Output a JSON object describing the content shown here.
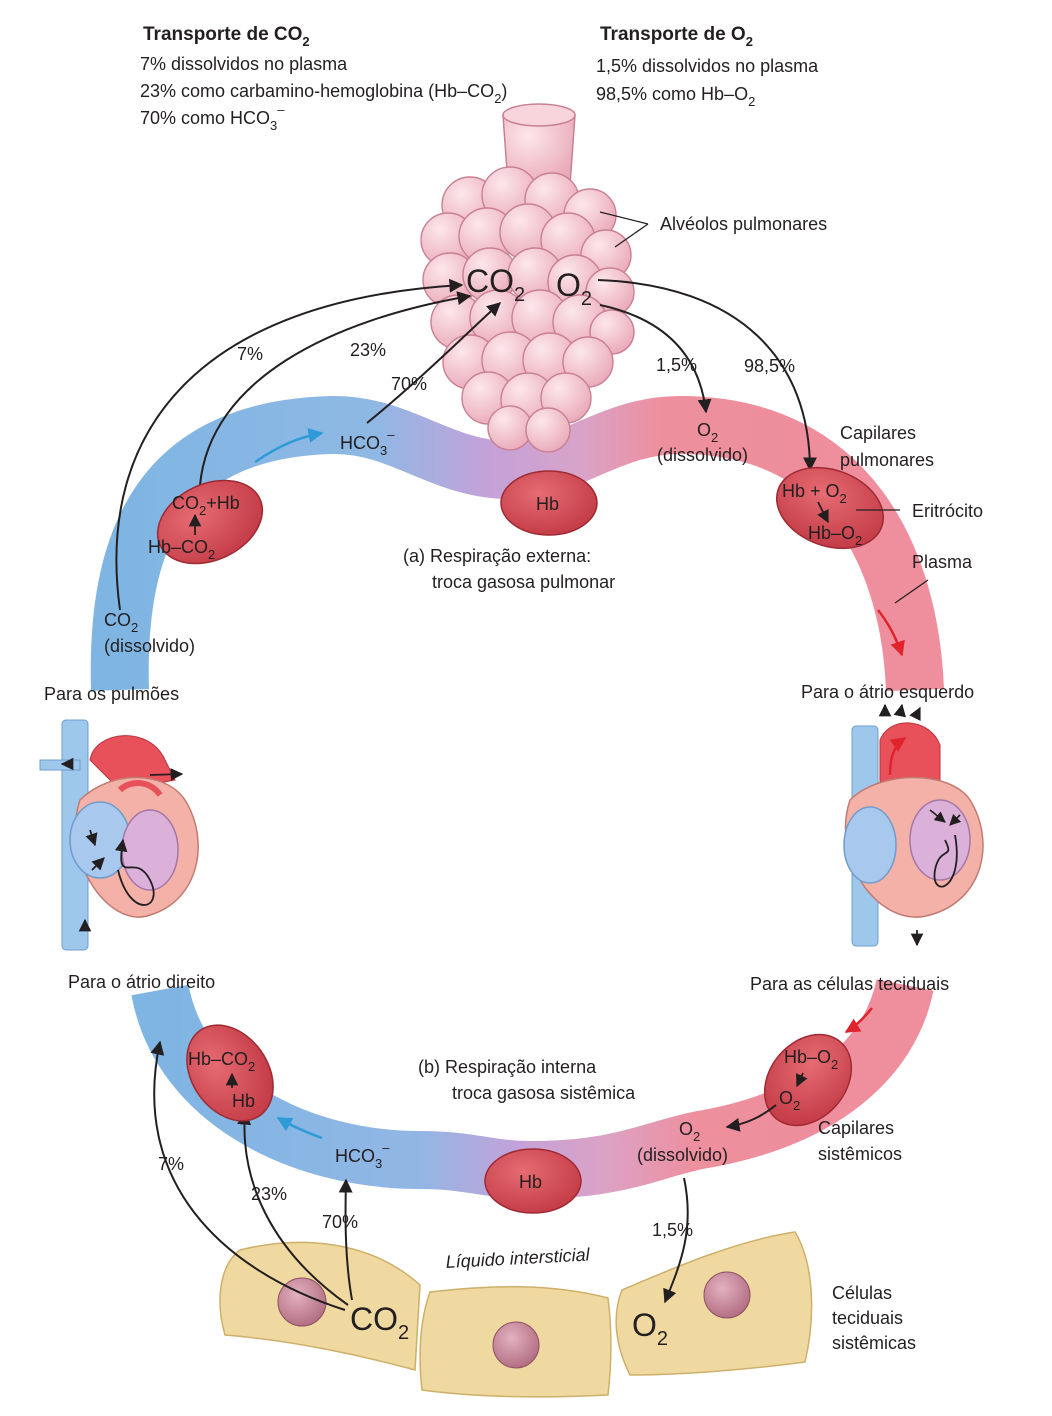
{
  "co2_transport": {
    "title": "Transporte de  CO",
    "title_sub": "2",
    "lines": [
      {
        "text": "7% dissolvidos no plasma"
      },
      {
        "text": "23% como carbamino-hemoglobina (Hb–CO",
        "sub": "2",
        "after": ")"
      },
      {
        "text": "70% como HCO",
        "sub": "3",
        "sup": "–"
      }
    ]
  },
  "o2_transport": {
    "title": "Transporte de O",
    "title_sub": "2",
    "lines": [
      {
        "text": "1,5% dissolvidos no plasma"
      },
      {
        "text": "98,5% como Hb–O",
        "sub": "2"
      }
    ]
  },
  "labels": {
    "alveoli": "Alvéolos pulmonares",
    "co2": "CO",
    "o2": "O",
    "sub2": "2",
    "sub3": "3",
    "minus": "–",
    "hco3": "HCO",
    "hb": "Hb",
    "dissolved": "(dissolvido)",
    "co2_hb": "CO",
    "plus_hb": "+Hb",
    "hb_co2": "Hb–CO",
    "hb_plus_o2": "Hb + O",
    "hb_o2": "Hb–O",
    "pulmonary_capillaries": [
      "Capilares",
      "pulmonares"
    ],
    "erythrocyte": "Eritrócito",
    "plasma": "Plasma",
    "external_resp": [
      "(a) Respiração externa:",
      "troca gasosa pulmonar"
    ],
    "internal_resp": [
      "(b) Respiração interna",
      "troca gasosa sistêmica"
    ],
    "to_lungs": "Para os pulmões",
    "to_left_atrium": "Para o átrio esquerdo",
    "to_right_atrium": "Para o átrio direito",
    "to_tissue_cells": "Para as células teciduais",
    "systemic_capillaries": [
      "Capilares",
      "sistêmicos"
    ],
    "interstitial_fluid": "Líquido intersticial",
    "tissue_cells": [
      "Células",
      "teciduais",
      "sistêmicas"
    ]
  },
  "percentages": {
    "p7": "7%",
    "p23": "23%",
    "p70": "70%",
    "p1_5": "1,5%",
    "p98_5": "98,5%"
  },
  "colors": {
    "blue_vessel": "#7fb5e3",
    "purple_vessel": "#c3a2d9",
    "red_vessel": "#ee8f9e",
    "erythrocyte": "#d9505a",
    "alveoli": "#f4c4cf",
    "tissue_cell": "#f0d9a0",
    "blue_arrow": "#2f9ad8",
    "red_arrow": "#e0242d"
  }
}
